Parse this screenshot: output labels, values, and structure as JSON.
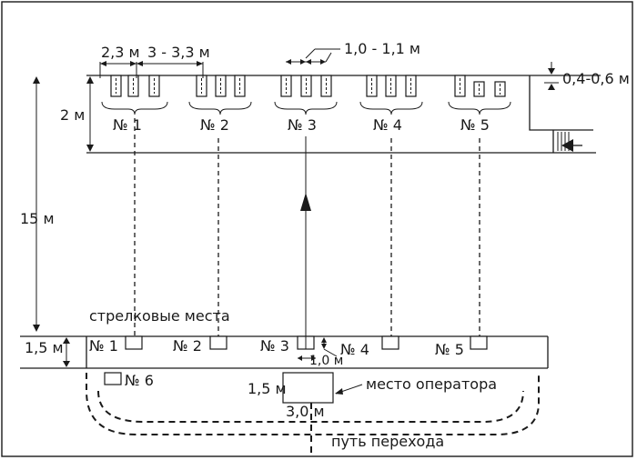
{
  "labels": {
    "dist_23": "2,3 м",
    "dist_3_33": "3 - 3,3 м",
    "dist_1_11": "1,0 - 1,1 м",
    "dist_04_06": "0,4-0,6 м",
    "depth_2": "2 м",
    "range_15": "15 м",
    "depth_15": "1,5 м",
    "firing_positions": "стрелковые места",
    "width_10": "1,0 м",
    "operator_h": "1,5 м",
    "operator_w": "3,0 м",
    "operator_place": "место оператора",
    "transit_path": "путь перехода"
  },
  "target_groups": [
    "№ 1",
    "№ 2",
    "№ 3",
    "№ 4",
    "№ 5"
  ],
  "firing_points": [
    "№ 1",
    "№ 2",
    "№ 3",
    "№ 4",
    "№ 5",
    "№ 6"
  ]
}
